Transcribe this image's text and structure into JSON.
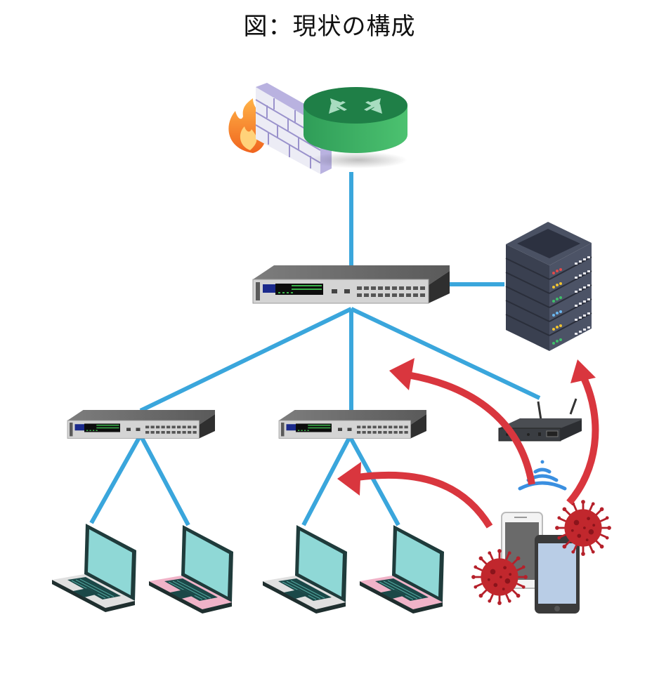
{
  "title": "図：現状の構成",
  "colors": {
    "link": "#3aa6dc",
    "attack_arrow": "#d9363e",
    "router": "#2a9a55",
    "server": "#3d4454",
    "virus": "#b5202a"
  },
  "nodes": [
    {
      "id": "firewall",
      "icon": "firewall-icon"
    },
    {
      "id": "router",
      "icon": "router-icon"
    },
    {
      "id": "core-switch",
      "icon": "switch-icon"
    },
    {
      "id": "server",
      "icon": "server-icon"
    },
    {
      "id": "switch-left",
      "icon": "switch-icon"
    },
    {
      "id": "switch-middle",
      "icon": "switch-icon"
    },
    {
      "id": "wireless-ap",
      "icon": "wifi-router-icon"
    },
    {
      "id": "laptop-1",
      "icon": "laptop-icon"
    },
    {
      "id": "laptop-2",
      "icon": "laptop-icon"
    },
    {
      "id": "laptop-3",
      "icon": "laptop-icon"
    },
    {
      "id": "laptop-4",
      "icon": "laptop-icon"
    },
    {
      "id": "smartphones",
      "icon": "smartphone-icon"
    },
    {
      "id": "virus-1",
      "icon": "virus-icon"
    },
    {
      "id": "virus-2",
      "icon": "virus-icon"
    }
  ],
  "links": [
    [
      "router",
      "core-switch"
    ],
    [
      "core-switch",
      "server"
    ],
    [
      "core-switch",
      "switch-left"
    ],
    [
      "core-switch",
      "switch-middle"
    ],
    [
      "core-switch",
      "wireless-ap"
    ],
    [
      "switch-left",
      "laptop-1"
    ],
    [
      "switch-left",
      "laptop-2"
    ],
    [
      "switch-middle",
      "laptop-3"
    ],
    [
      "switch-middle",
      "laptop-4"
    ]
  ],
  "attack_arrows": [
    {
      "from": "smartphones",
      "to": "switch-middle"
    },
    {
      "from": "wireless-ap",
      "to": "core-switch"
    },
    {
      "from": "virus-2",
      "to": "server"
    }
  ]
}
